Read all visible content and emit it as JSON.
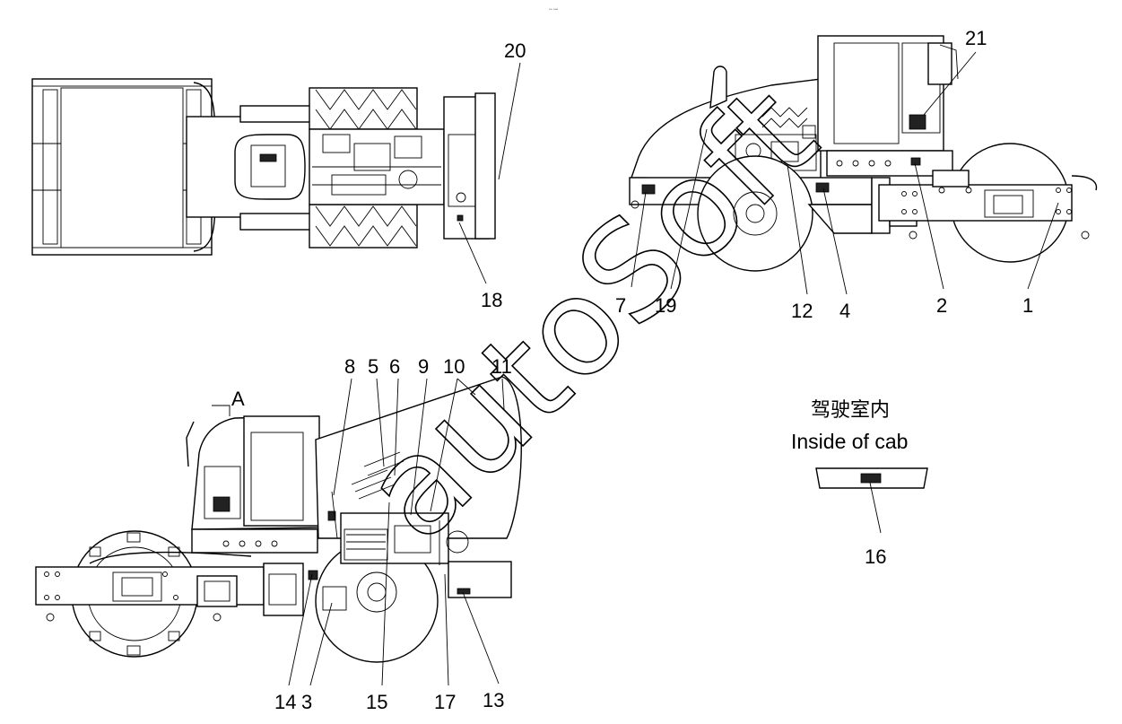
{
  "views": {
    "top_view": {
      "callouts": [
        "20",
        "18"
      ]
    },
    "right_view": {
      "callouts": [
        "21",
        "7",
        "19",
        "12",
        "4",
        "2",
        "1"
      ]
    },
    "left_view": {
      "view_label": "A",
      "callouts_top": [
        "8",
        "5",
        "6",
        "9",
        "10",
        "11"
      ],
      "callouts_bottom": [
        "14",
        "3",
        "15",
        "17",
        "13"
      ]
    }
  },
  "cab_inset": {
    "title_cn": "驾驶室内",
    "title_en": "Inside of cab",
    "callout": "16"
  },
  "watermark": "autoSoft",
  "icons": [
    "watermark-logo"
  ]
}
